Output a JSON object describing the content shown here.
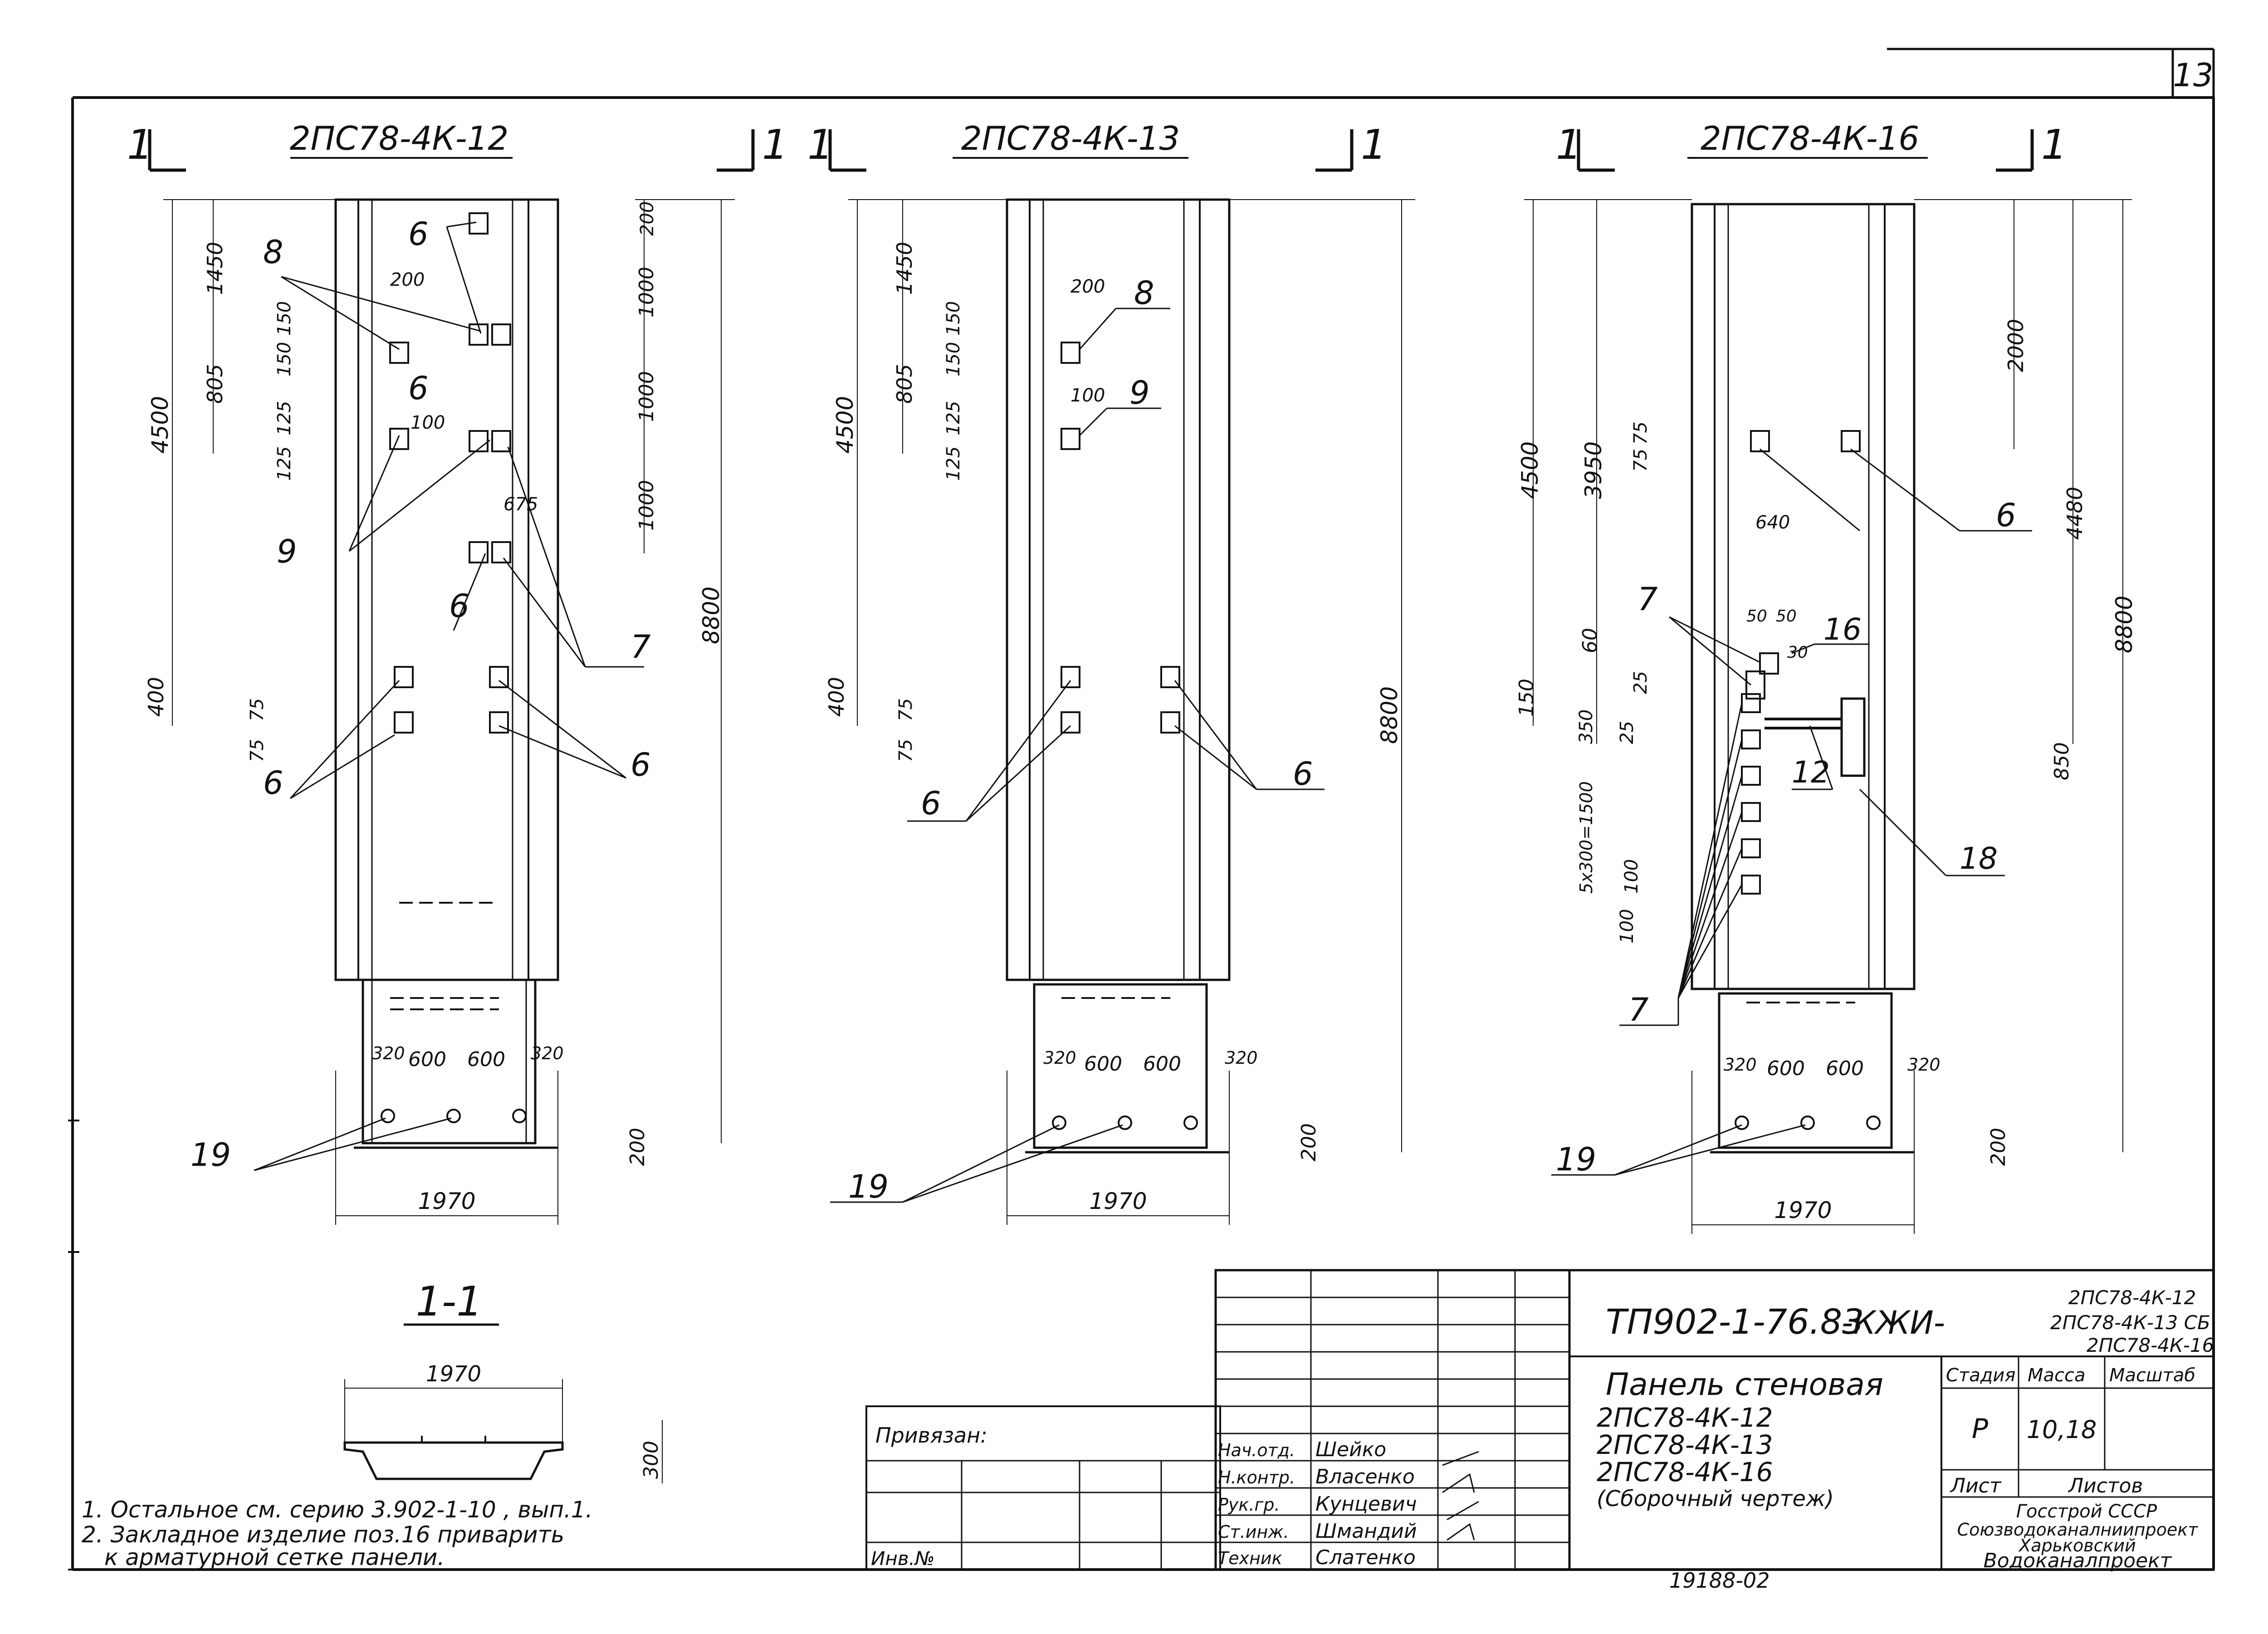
{
  "sheet_number": "13",
  "panels": [
    {
      "name": "2ПС78-4К-12",
      "section_mark": "1",
      "width": "1970",
      "v_dims_left": [
        "1450",
        "805",
        "150",
        "150",
        "125",
        "125",
        "4500",
        "400",
        "75",
        "75"
      ],
      "v_dims_right": [
        "200",
        "1000",
        "1000",
        "1000",
        "8800",
        "200"
      ],
      "h_dims": [
        "200",
        "100",
        "675"
      ],
      "bottom_dims": [
        "320",
        "600",
        "600",
        "320"
      ],
      "callouts": [
        "8",
        "6",
        "6",
        "9",
        "6",
        "7",
        "6",
        "6",
        "19"
      ]
    },
    {
      "name": "2ПС78-4К-13",
      "section_mark": "1",
      "width": "1970",
      "v_dims_left": [
        "1450",
        "805",
        "150",
        "150",
        "125",
        "125",
        "4500",
        "400",
        "75",
        "75"
      ],
      "v_dims_right": [
        "8800",
        "200"
      ],
      "h_dims": [
        "200",
        "100"
      ],
      "bottom_dims": [
        "320",
        "600",
        "600",
        "320"
      ],
      "callouts": [
        "8",
        "9",
        "6",
        "6",
        "19"
      ]
    },
    {
      "name": "2ПС78-4К-16",
      "section_mark": "1",
      "width": "1970",
      "v_dims_left": [
        "4500",
        "3950",
        "75",
        "75",
        "60",
        "150",
        "350",
        "25",
        "25",
        "5x300=1500",
        "100",
        "100"
      ],
      "v_dims_right": [
        "2000",
        "4480",
        "8800",
        "850",
        "200"
      ],
      "h_dims": [
        "640",
        "50",
        "50",
        "30"
      ],
      "bottom_dims": [
        "320",
        "600",
        "600",
        "320"
      ],
      "callouts": [
        "6",
        "7",
        "16",
        "12",
        "18",
        "7",
        "19"
      ]
    }
  ],
  "section": {
    "title": "1-1",
    "width": "1970",
    "height": "300"
  },
  "notes": [
    "1. Остальное см. серию 3.902-1-10 , вып.1.",
    "2. Закладное изделие поз.16 приварить",
    "к арматурной сетке панели."
  ],
  "title_block": {
    "doc_code": "ТП902-1-76.83",
    "doc_suffix": "-КЖИ-",
    "marks": [
      "2ПС78-4К-12",
      "2ПС78-4К-13 СБ",
      "2ПС78-4К-16"
    ],
    "title": "Панель стеновая",
    "items": [
      "2ПС78-4К-12",
      "2ПС78-4К-13",
      "2ПС78-4К-16"
    ],
    "subtitle": "(Сборочный чертеж)",
    "col_stage": "Стадия",
    "col_mass": "Масса",
    "col_scale": "Масштаб",
    "stage": "Р",
    "mass": "10,18",
    "sheet_label": "Лист",
    "sheets_label": "Листов",
    "org": [
      "Госстрой СССР",
      "Союзводоканалниипроект",
      "Харьковский",
      "Водоканалпроект"
    ],
    "bound_label": "Привязан:",
    "inv_label": "Инв.№",
    "roles": [
      {
        "role": "Нач.отд.",
        "name": "Шейко"
      },
      {
        "role": "Н.контр.",
        "name": "Власенко"
      },
      {
        "role": "Рук.гр.",
        "name": "Кунцевич"
      },
      {
        "role": "Ст.инж.",
        "name": "Шмандий"
      },
      {
        "role": "Техник",
        "name": "Слатенко"
      }
    ],
    "footer_code": "19188-02"
  }
}
